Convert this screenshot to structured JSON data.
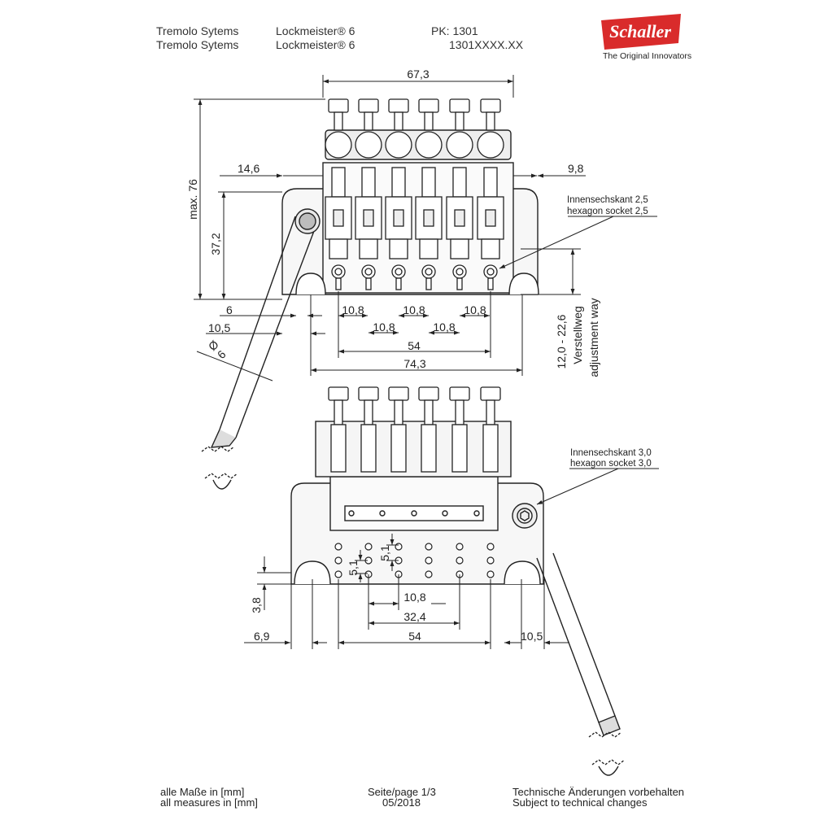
{
  "header": {
    "series_1": "Tremolo Sytems",
    "series_2": "Tremolo Sytems",
    "model_1": "Lockmeister® 6",
    "model_2": "Lockmeister® 6",
    "pk_label": "PK: 1301",
    "part_number": "1301XXXX.XX"
  },
  "brand": {
    "logo_text": "Schaller",
    "tagline": "The Original Innovators",
    "color": "#d92b2b"
  },
  "top_view": {
    "dims": {
      "total_width": "67,3",
      "max_height": "max. 76",
      "height_37": "37,2",
      "left_14": "14,6",
      "right_9": "9,8",
      "left_6": "6",
      "left_10_5": "10,5",
      "spacing_a": "10,8",
      "spacing_b": "10,8",
      "spacing_c": "10,8",
      "spacing_d": "10,8",
      "spacing_e": "10,8",
      "span_54": "54",
      "span_74": "74,3",
      "arm_diameter": "6",
      "adjust_range": "12,0 - 22,6",
      "adjust_de": "Verstellweg",
      "adjust_en": "adjustment way"
    },
    "note_de": "Innensechskant  2,5",
    "note_en": "hexagon socket 2,5"
  },
  "bottom_view": {
    "dims": {
      "spacing_10_8": "10,8",
      "span_32_4": "32,4",
      "span_54": "54",
      "left_6_9": "6,9",
      "right_10_5": "10,5",
      "height_3_8": "3,8",
      "vert_5_1_a": "5,1",
      "vert_5_1_b": "5,1"
    },
    "note_de": "Innensechskant  3,0",
    "note_en": "hexagon socket 3,0"
  },
  "footer": {
    "units_de": "alle Maße in [mm]",
    "units_en": "all measures in [mm]",
    "page": "Seite/page 1/3",
    "date": "05/2018",
    "disclaimer_de": "Technische Änderungen vorbehalten",
    "disclaimer_en": "Subject to technical changes"
  }
}
